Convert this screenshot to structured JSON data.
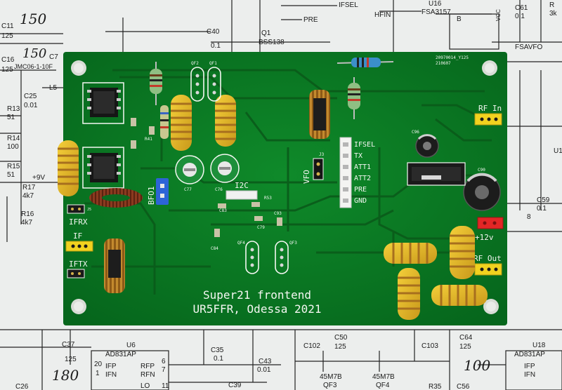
{
  "board": {
    "title_line1": "Super21 frontend",
    "title_line2": "UR5FFR, Odessa 2021",
    "date_code": "20970014_Y125",
    "date_code2": "210607",
    "labels": {
      "rf_in": "RF In",
      "rf_out": "RF Out",
      "if": "IF",
      "ifrx": "IFRX",
      "iftx": "IFTX",
      "bfo": "BFO1",
      "vfo": "VFO",
      "i2c": "I2C",
      "plus12v": "+12v"
    },
    "connector_pins": [
      "IFSEL",
      "TX",
      "ATT1",
      "ATT2",
      "PRE",
      "GND"
    ],
    "refs": {
      "c83": "C83",
      "c84": "C84",
      "r53": "R53",
      "c79": "C79",
      "c93": "C93",
      "qf1": "QF1",
      "qf2": "QF2",
      "qf3": "QF3",
      "qf4": "QF4",
      "c96": "C96",
      "c90": "C90",
      "c77": "C77",
      "c76": "C76",
      "r41": "R41",
      "j3": "J3",
      "j5": "J5"
    }
  },
  "schematic": {
    "labels": {
      "c11": "C11",
      "c11v": "125",
      "c16": "C16",
      "c16v": "125",
      "c7": "C7",
      "jm": "JMC06-1-10F",
      "c25": "C25",
      "c25v": "0.01",
      "l5": "L5",
      "r13": "R13",
      "r13v": "51",
      "r14": "R14",
      "r14v": "100",
      "r15": "R15",
      "r15v": "51",
      "plus9v": "+9V",
      "r17": "R17",
      "r17v": "4k7",
      "r16": "R16",
      "r16v": "4k7",
      "c40": "C40",
      "c40v": "0.1",
      "q1": "Q1",
      "q1v": "BSS138",
      "pre": "PRE",
      "ifsel": "IFSEL",
      "hfin": "HFIN",
      "u16": "U16",
      "u16v": "FSA3157",
      "vcc": "VCC",
      "c61": "C61",
      "c61v": "0.1",
      "r1": "R",
      "r1v": "3k",
      "fsavfo": "FSAVFO",
      "c59": "C59",
      "c59v": "0.1",
      "c37": "C37",
      "c37v": "125",
      "u6": "U6",
      "u6v": "AD831AP",
      "ifp": "IFP",
      "ifn": "IFN",
      "rfp": "RFP",
      "rfn": "RFN",
      "lo": "LO",
      "n20": "20",
      "n1": "1",
      "n6": "6",
      "n7": "7",
      "n11": "11",
      "c35": "C35",
      "c35v": "0.1",
      "c43": "C43",
      "c43v": "0.01",
      "c102": "C102",
      "c50": "C50",
      "c50v": "125",
      "c103": "C103",
      "c64": "C64",
      "c64v": "125",
      "u18": "U18",
      "u18v": "AD831AP",
      "ifp2": "IFP",
      "ifn2": "IFN",
      "qf3v": "45M7B",
      "qf3": "QF3",
      "qf4v": "45M7B",
      "qf4": "QF4",
      "c39": "C39",
      "r35": "R35",
      "c56": "C56",
      "c26": "C26",
      "u1": "U1",
      "n8": "8",
      "nb": "B",
      "hand150": "150",
      "hand180": "180",
      "hand100": "100",
      "hand_ps": "150"
    }
  }
}
